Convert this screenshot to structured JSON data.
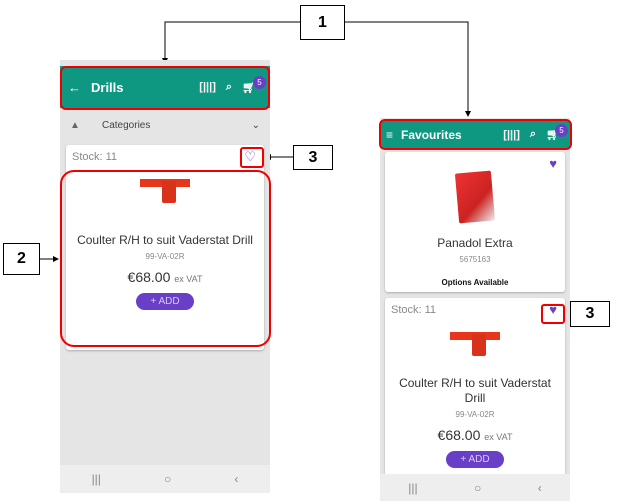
{
  "callouts": [
    "1",
    "2",
    "3",
    "3"
  ],
  "left_screen": {
    "header": {
      "title": "Drills",
      "cart_count": "5"
    },
    "categories_label": "Categories",
    "product": {
      "stock": "Stock: 11",
      "name": "Coulter R/H to suit Vaderstat Drill",
      "code": "99-VA-02R",
      "price": "€68.00",
      "vat": "ex VAT",
      "add": "+ ADD",
      "favourite": false
    }
  },
  "right_screen": {
    "header": {
      "title": "Favourites",
      "cart_count": "5"
    },
    "products": [
      {
        "name": "Panadol Extra",
        "code": "5675163",
        "note": "Options Available",
        "favourite": true
      },
      {
        "stock": "Stock: 11",
        "name": "Coulter R/H to suit Vaderstat Drill",
        "code": "99-VA-02R",
        "price": "€68.00",
        "vat": "ex VAT",
        "add": "+ ADD",
        "favourite": true
      }
    ]
  },
  "nav": {
    "recent": "|||",
    "home": "○",
    "back": "‹"
  },
  "colors": {
    "header": "#0e9882",
    "accent": "#6a3fc7",
    "callout": "#e00000"
  }
}
